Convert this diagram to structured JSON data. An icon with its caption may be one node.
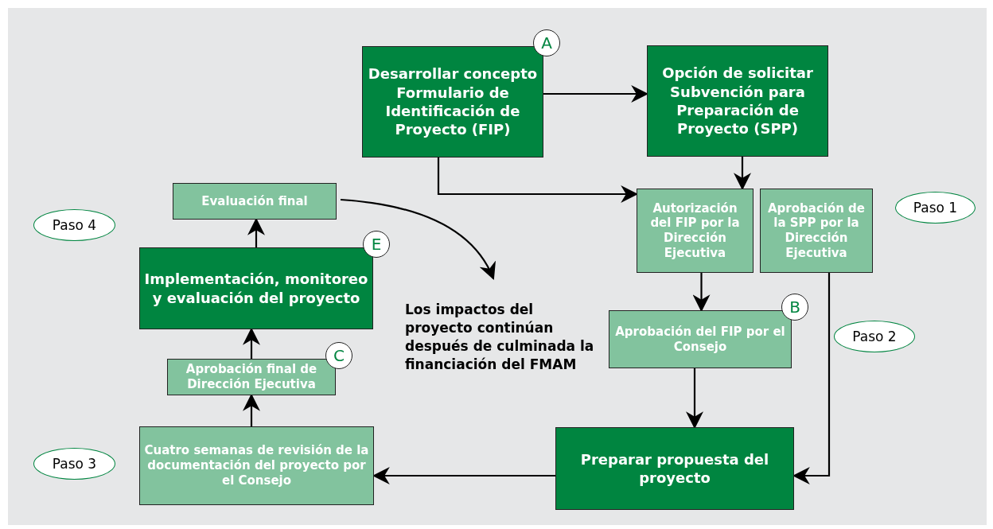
{
  "diagram": {
    "nodes": [
      {
        "text": [
          "Desarrollar concepto Formulario de Identificación de Proyecto (FIP)"
        ],
        "beside": [
          "A"
        ]
      },
      {
        "text": [
          "Opción de solicitar Subvención  para Preparación de Proyecto (SPP)"
        ]
      },
      {
        "text": [
          "Autorización del FIP por la Dirección Ejecutiva"
        ]
      },
      {
        "text": [
          "Aprobación de la SPP por la Dirección Ejecutiva"
        ]
      },
      {
        "text": [
          "Aprobación del FIP por el Consejo"
        ],
        "beside": [
          "B"
        ]
      },
      {
        "text": [
          "Preparar propuesta del proyecto"
        ]
      },
      {
        "text": [
          "Cuatro semanas de revisión de la documentación del proyecto por el Consejo"
        ]
      },
      {
        "text": [
          "Aprobación final de Dirección Ejecutiva"
        ],
        "beside": [
          "C"
        ]
      },
      {
        "text": [
          "Implementación, monitoreo y evaluación del proyecto"
        ],
        "beside": [
          "E"
        ]
      },
      {
        "text": [
          "Evaluación final"
        ]
      },
      {
        "text": [
          "Los impactos del proyecto continúan después de culminada la financiación del FMAM"
        ]
      },
      {
        "text": [
          "Paso 4"
        ]
      },
      {
        "text": [
          "Paso 1"
        ]
      },
      {
        "text": [
          "Paso 2"
        ]
      },
      {
        "text": [
          "Paso 3"
        ]
      }
    ],
    "edges": [
      {
        "from": 0,
        "to": 1,
        "arrow": "to"
      },
      {
        "from": 0,
        "to": 2,
        "arrow": "to"
      },
      {
        "from": 1,
        "to": 3,
        "arrow": "to"
      },
      {
        "from": 2,
        "to": 4,
        "arrow": "to"
      },
      {
        "from": 4,
        "to": 5,
        "arrow": "to"
      },
      {
        "from": 3,
        "to": 5,
        "arrow": "to"
      },
      {
        "from": 5,
        "to": 6,
        "arrow": "to"
      },
      {
        "from": 6,
        "to": 7,
        "arrow": "to"
      },
      {
        "from": 7,
        "to": 8,
        "arrow": "to"
      },
      {
        "from": 8,
        "to": 9,
        "arrow": "to"
      },
      {
        "from": 9,
        "to": 10,
        "arrow": "to"
      }
    ]
  }
}
